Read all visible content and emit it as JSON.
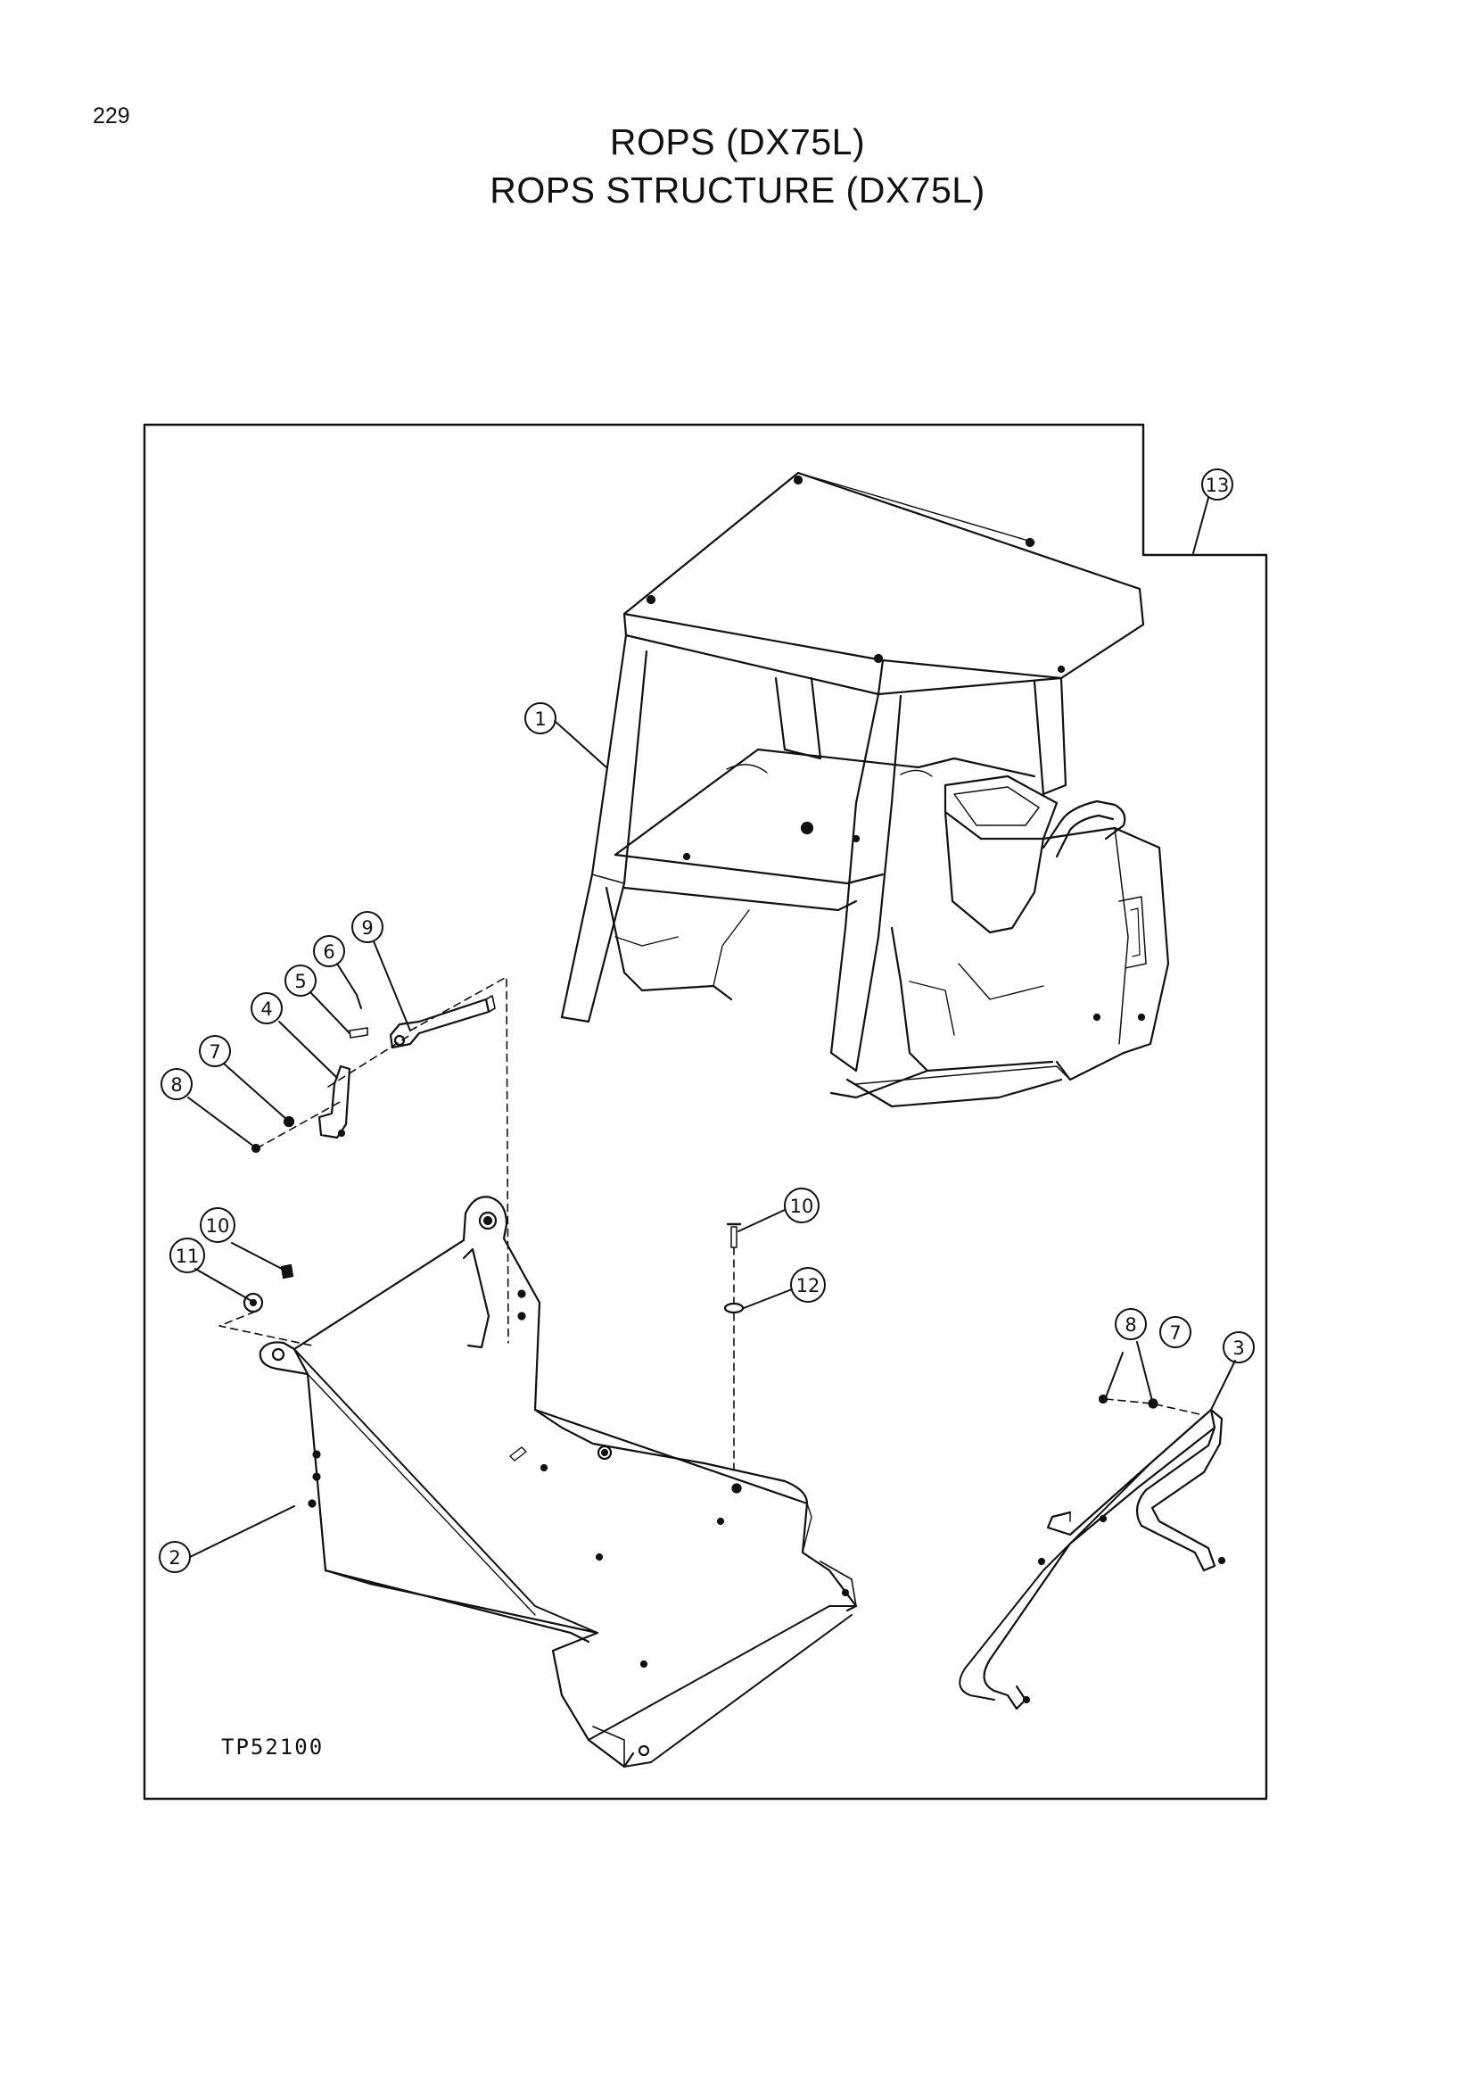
{
  "page": {
    "number": "229"
  },
  "header": {
    "title": "ROPS (DX75L)",
    "subtitle": "ROPS  STRUCTURE (DX75L)"
  },
  "diagram": {
    "drawing_number": "TP52100",
    "callouts": [
      "13",
      "1",
      "9",
      "6",
      "5",
      "4",
      "7",
      "8",
      "10",
      "11",
      "10",
      "12",
      "8",
      "7",
      "3",
      "2"
    ]
  }
}
